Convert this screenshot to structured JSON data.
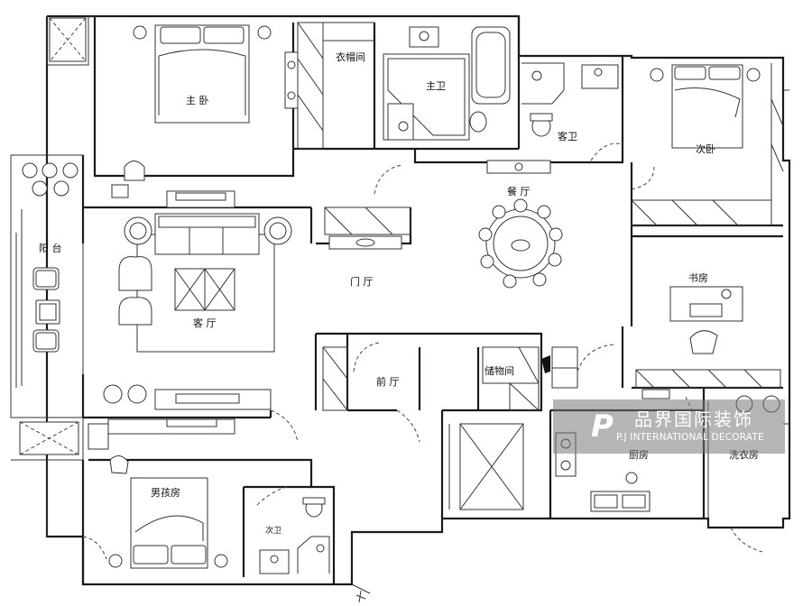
{
  "rooms": {
    "master_bedroom": "主 卧",
    "walk_in_closet": "衣帽间",
    "master_bath": "主卫",
    "guest_bath": "客卫",
    "second_bedroom": "次卧",
    "dining": "餐 厅",
    "foyer": "门 厅",
    "balcony": "阳 台",
    "living": "客 厅",
    "study": "书房",
    "front_hall": "前 厅",
    "storage": "储物间",
    "kitchen": "厨房",
    "laundry": "洗衣房",
    "boys_room": "男孩房",
    "second_bath": "次卫"
  },
  "watermark": {
    "logo_glyph": "P",
    "name_cn": "品界国际装饰",
    "name_en": "P.J INTERNATIONAL DECORATE"
  }
}
